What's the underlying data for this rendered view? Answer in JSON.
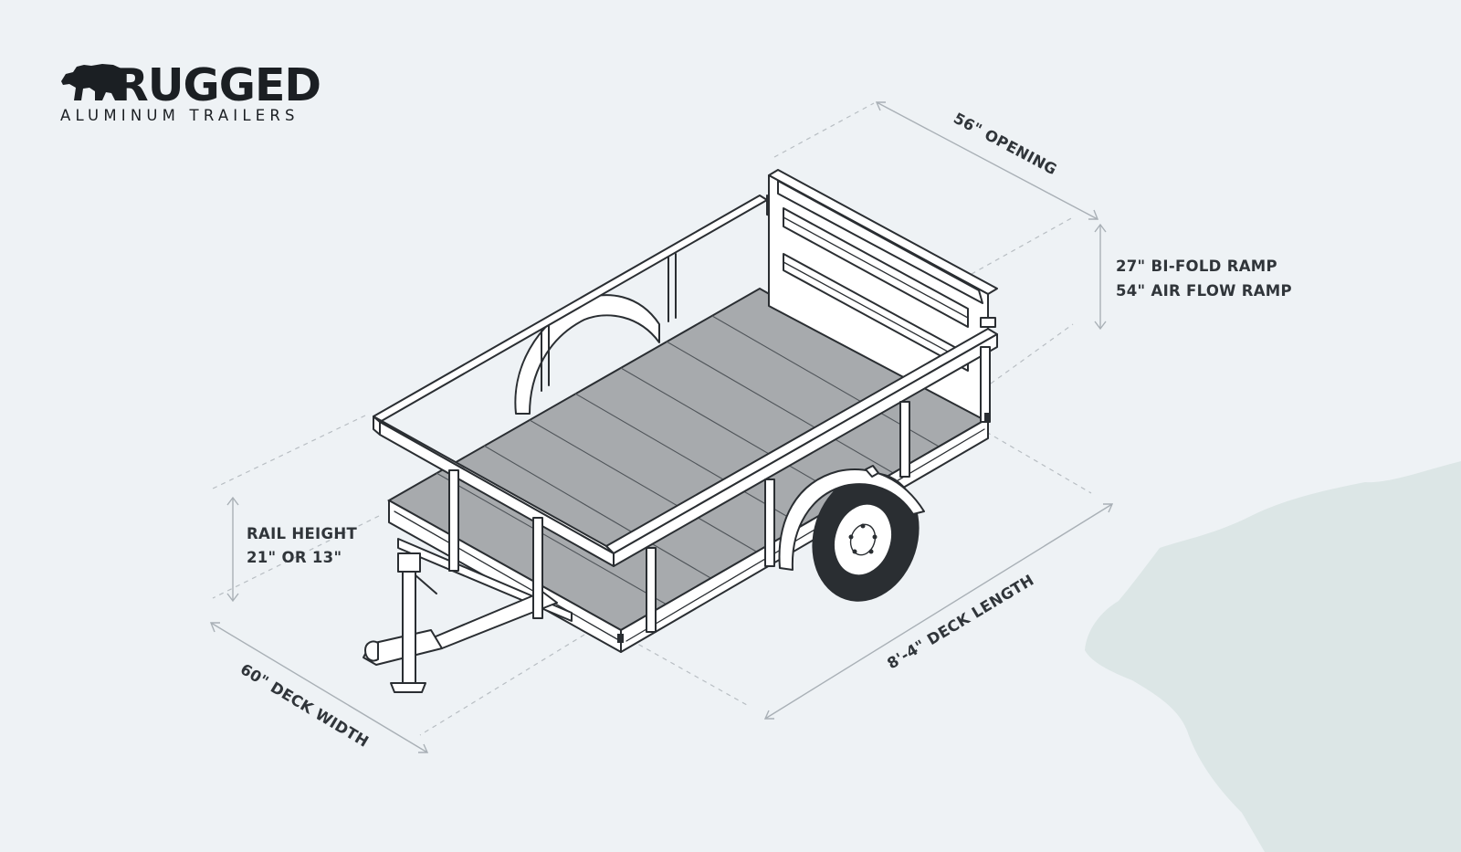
{
  "logo": {
    "word": "RUGGED",
    "subtitle": "ALUMINUM TRAILERS",
    "icon": "bear-icon"
  },
  "dimensions": {
    "opening": "56\" OPENING",
    "ramp_line1": "27\" BI-FOLD RAMP",
    "ramp_line2": "54\" AIR FLOW RAMP",
    "rail_line1": "RAIL HEIGHT",
    "rail_line2": "21\" OR  13\"",
    "deck_length": "8'-4\" DECK LENGTH",
    "deck_width": "60\" DECK WIDTH"
  },
  "colors": {
    "background": "#eef2f5",
    "deck": "#a7aaad",
    "watermark": "#dce6e6",
    "ink": "#1b1f23"
  }
}
